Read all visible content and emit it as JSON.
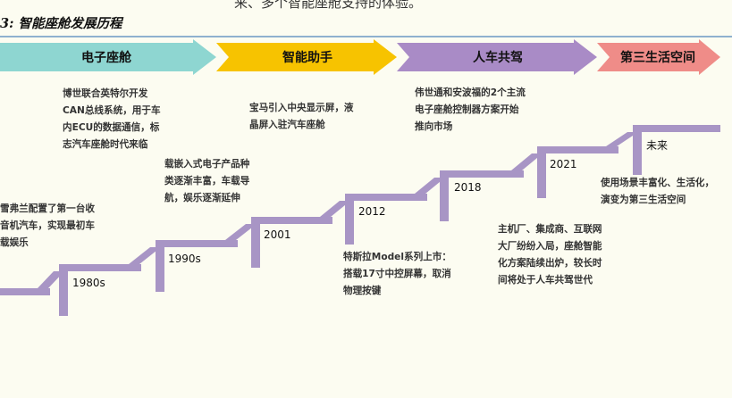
{
  "header": {
    "top_fragment": "来、多个智能座舱支持的体验。",
    "title": "3:  智能座舱发展历程"
  },
  "phases": [
    {
      "label": "电子座舱",
      "color": "#8ed6d1"
    },
    {
      "label": "智能助手",
      "color": "#f7c300"
    },
    {
      "label": "人车共驾",
      "color": "#a98bc6"
    },
    {
      "label": "第三生活空间",
      "color": "#ef8c88"
    }
  ],
  "stair_color": "#a895c5",
  "milestones": [
    {
      "year": "",
      "lines": [
        "雪弗兰配置了第一台收",
        "音机汽车，实现最初车",
        "载娱乐"
      ]
    },
    {
      "year": "1980s",
      "lines": [
        "博世联合英特尔开发",
        "CAN总线系统，用于车",
        "内ECU的数据通信，标",
        "志汽车座舱时代来临"
      ]
    },
    {
      "year": "1990s",
      "lines": [
        "载嵌入式电子产品种",
        "类逐渐丰富，车载导",
        "航，娱乐逐渐延伸"
      ]
    },
    {
      "year": "2001",
      "lines": [
        "宝马引入中央显示屏，液",
        "晶屏入驻汽车座舱"
      ]
    },
    {
      "year": "2012",
      "lines": [
        "特斯拉Model系列上市：",
        "搭载17寸中控屏幕，取消",
        "物理按键"
      ]
    },
    {
      "year": "2018",
      "lines": [
        "伟世通和安波福的2个主流",
        "电子座舱控制器方案开始",
        "推向市场"
      ]
    },
    {
      "year": "2021",
      "lines": [
        "主机厂、集成商、互联网",
        "大厂纷纷入局，座舱智能",
        "化方案陆续出炉，较长时",
        "间将处于人车共驾世代"
      ]
    },
    {
      "year": "未来",
      "lines": [
        "使用场景丰富化、生活化，",
        "演变为第三生活空间"
      ]
    }
  ]
}
